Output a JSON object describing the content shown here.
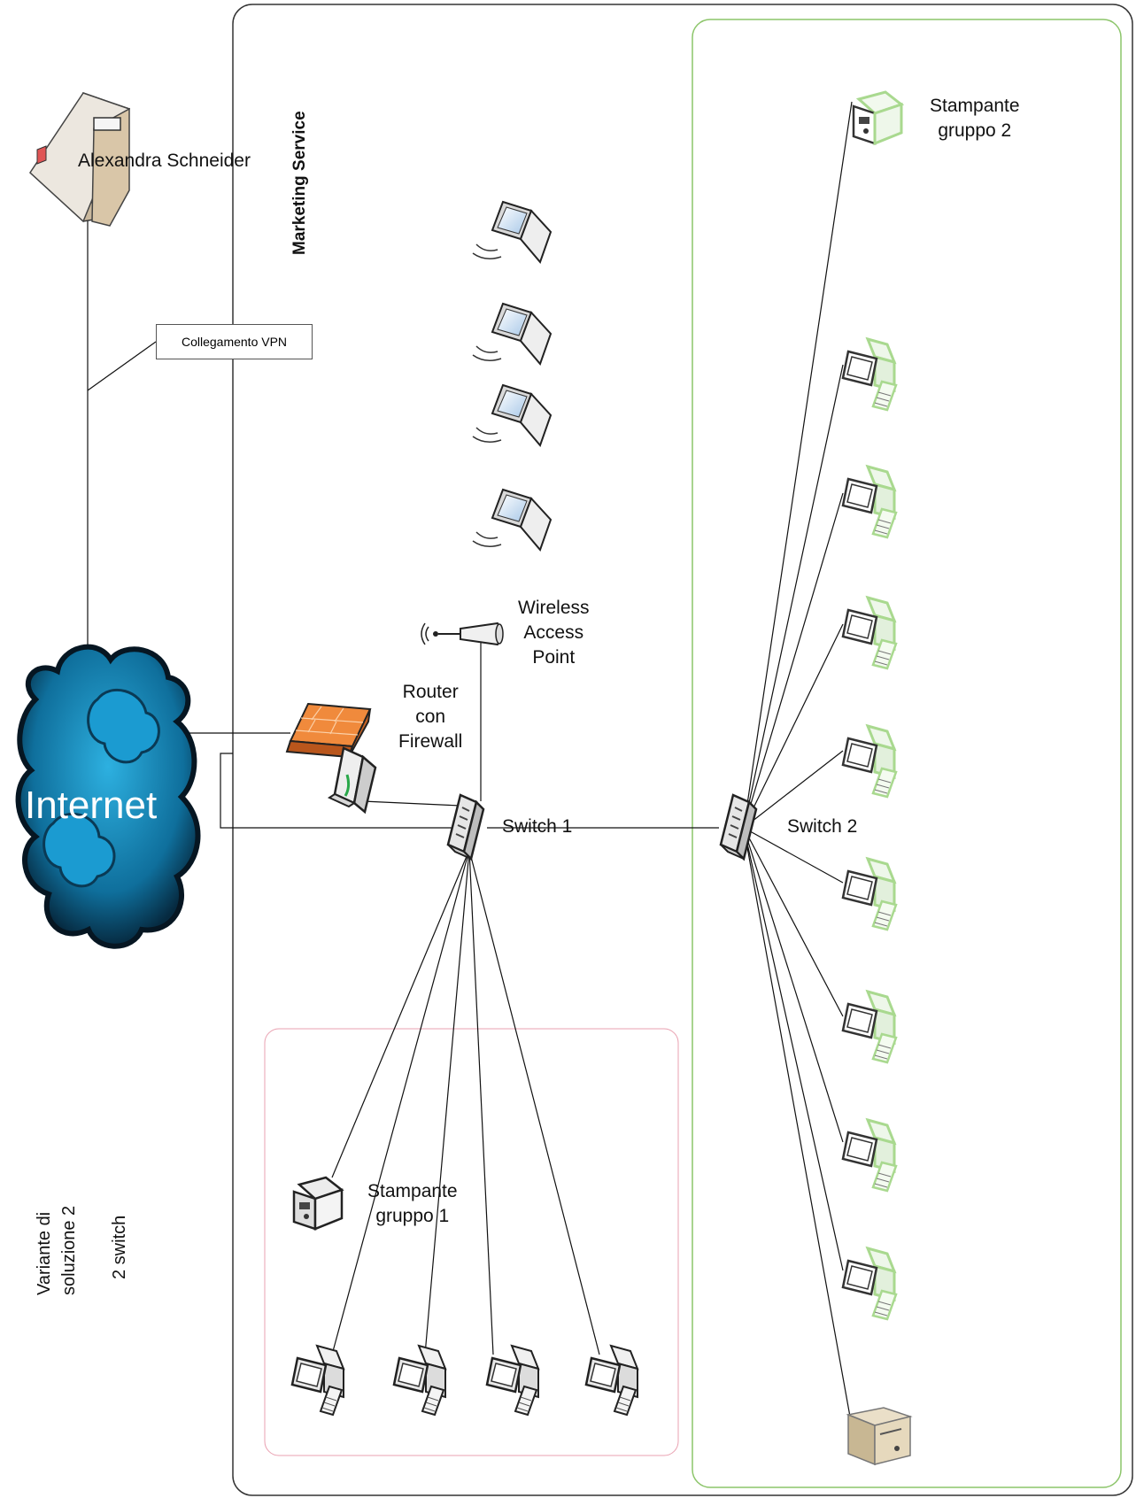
{
  "diagram": {
    "zones": {
      "marketing_service": "Marketing Service"
    },
    "nodes": {
      "remote_user": "Alexandra Schneider",
      "vpn_link": "Collegamento VPN",
      "internet": "Internet",
      "router": "Router\ncon\nFirewall",
      "wap": "Wireless\nAccess\nPoint",
      "switch1": "Switch 1",
      "switch2": "Switch 2",
      "printer1": "Stampante\ngruppo 1",
      "printer2": "Stampante\ngruppo 2"
    },
    "notes": {
      "variant": "Variante di\nsoluzione 2",
      "switches": "2 switch"
    },
    "counts": {
      "laptops": 4,
      "group1_pcs": 4,
      "group2_pcs": 8,
      "servers": 1
    },
    "colors": {
      "group1_border": "#e9a0b0",
      "group2_border": "#8cc56a",
      "pc_group2_tint": "#a9d98f",
      "cloud": "#1a8fc0",
      "firewall": "#e8772e",
      "server": "#d8c8a8"
    }
  }
}
